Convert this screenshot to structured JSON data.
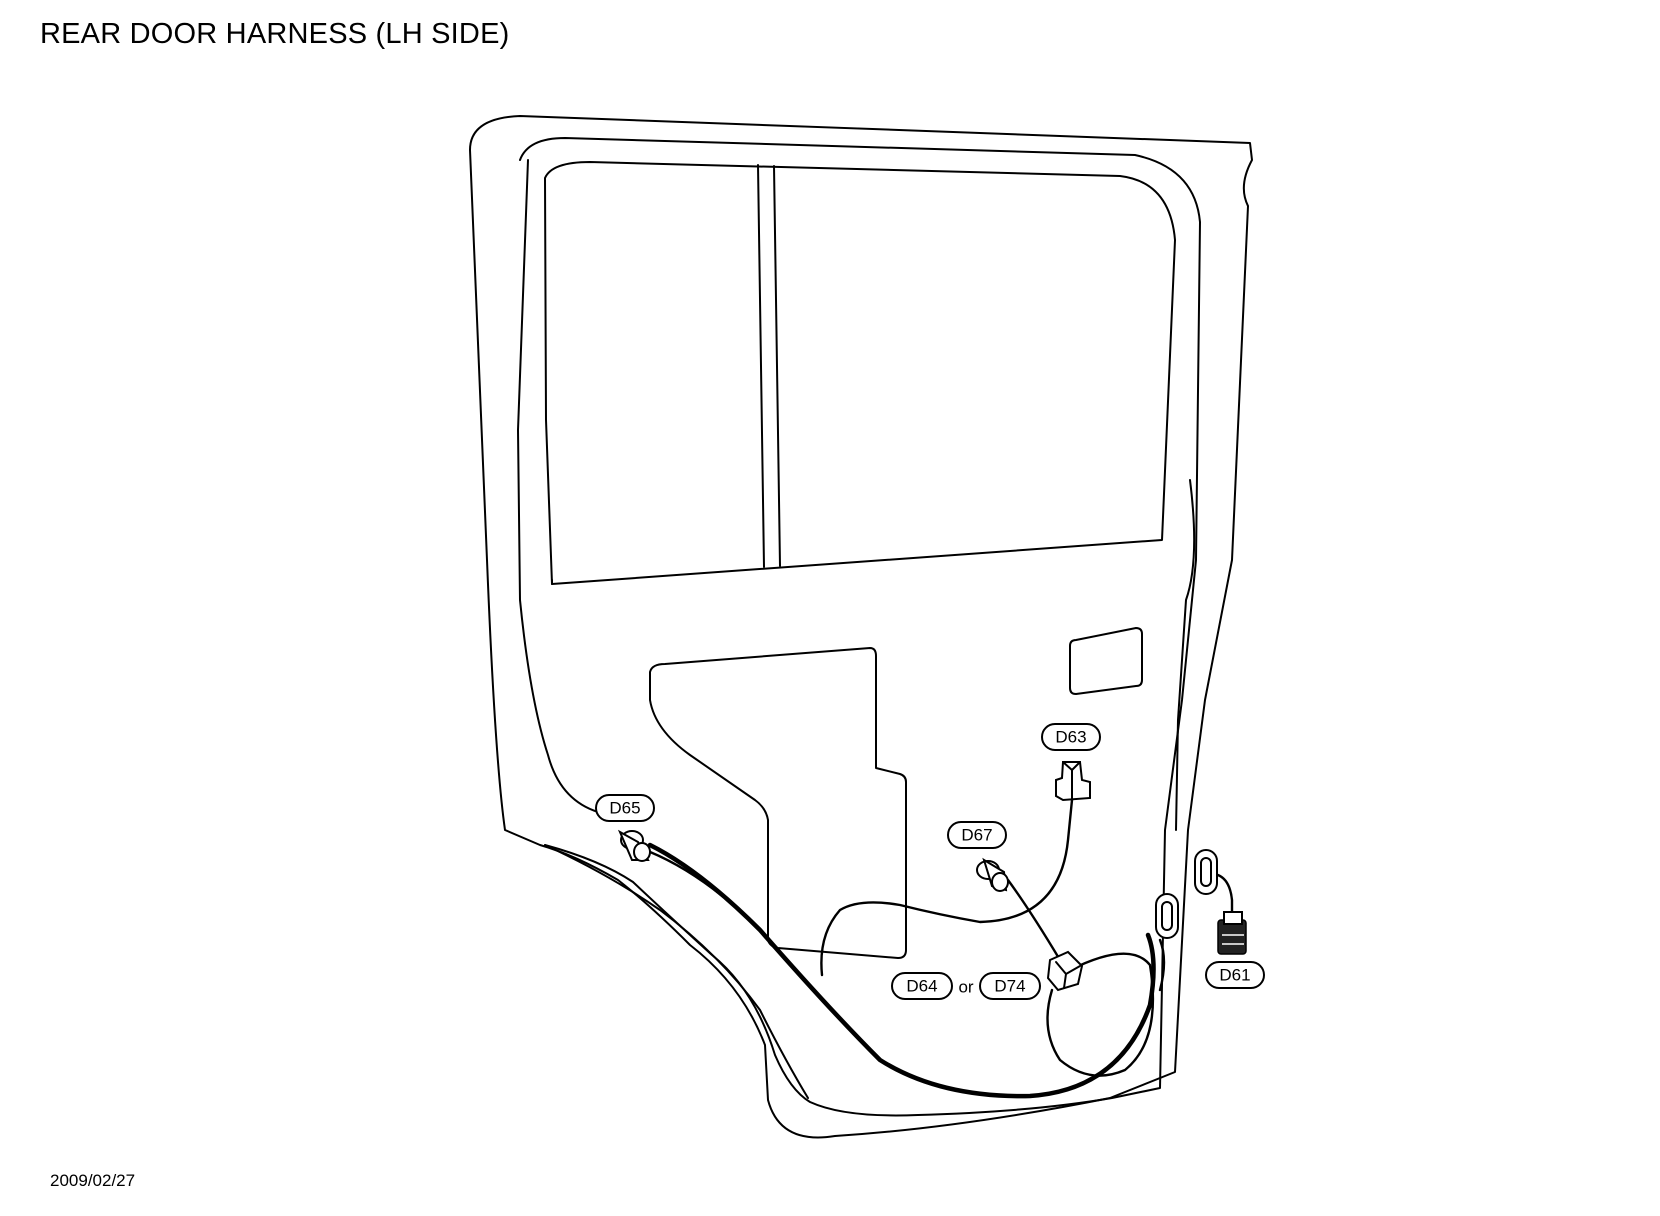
{
  "header": {
    "title": "REAR DOOR HARNESS (LH SIDE)"
  },
  "footer": {
    "date": "2009/02/27"
  },
  "connectors": {
    "d63": "D63",
    "d65": "D65",
    "d67": "D67",
    "d64": "D64",
    "or": "or",
    "d74": "D74",
    "d61": "D61"
  }
}
